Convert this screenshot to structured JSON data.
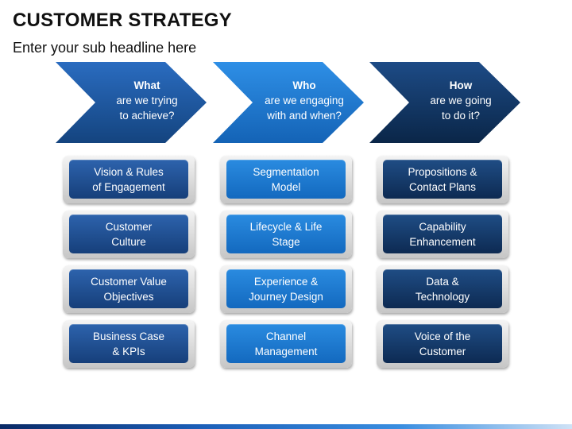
{
  "header": {
    "title": "CUSTOMER STRATEGY",
    "subtitle": "Enter your sub headline here"
  },
  "columns": [
    {
      "head": "What",
      "sub": "are we trying\nto achieve?",
      "color": "#1b56a0",
      "items": [
        "Vision & Rules\nof Engagement",
        "Customer\nCulture",
        "Customer Value\nObjectives",
        "Business Case\n& KPIs"
      ]
    },
    {
      "head": "Who",
      "sub": "are we engaging\nwith and when?",
      "color": "#1a78d2",
      "items": [
        "Segmentation\nModel",
        "Lifecycle & Life\nStage",
        "Experience &\nJourney Design",
        "Channel\nManagement"
      ]
    },
    {
      "head": "How",
      "sub": "are we going\nto do it?",
      "color": "#0f3566",
      "items": [
        "Propositions &\nContact Plans",
        "Capability\nEnhancement",
        "Data &\nTechnology",
        "Voice of the\nCustomer"
      ]
    }
  ]
}
